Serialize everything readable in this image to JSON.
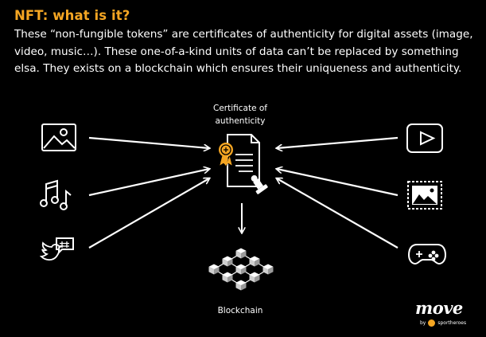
{
  "header": {
    "title": "NFT: what is it?",
    "description": "These “non-fungible tokens” are certificates of authenticity for digital assets (image, video, music…). These one-of-a-kind units of data can’t be replaced by something elsa. They exists on a blockchain which ensures their uniqueness and authenticity."
  },
  "diagram": {
    "center_top_label_line1": "Certificate of",
    "center_top_label_line2": "authenticity",
    "center_bottom_label": "Blockchain",
    "left_assets": [
      "image-icon",
      "music-icon",
      "social-post-icon"
    ],
    "right_assets": [
      "video-play-icon",
      "picture-stamp-icon",
      "gamepad-icon"
    ]
  },
  "brand": {
    "logo_text": "move",
    "by_label": "by",
    "partner": "sportheroes"
  },
  "colors": {
    "accent": "#F5A623",
    "background": "#000000",
    "text": "#FFFFFF"
  }
}
